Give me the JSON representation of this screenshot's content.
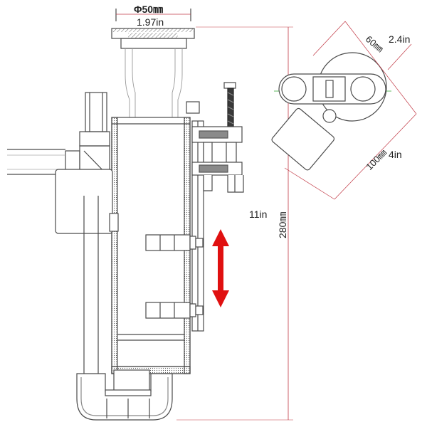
{
  "labels": {
    "diameter_mm": "Φ50㎜",
    "diameter_in": "1.97in",
    "top_width_mm": "60㎜",
    "top_width_in": "2.4in",
    "top_length_mm": "100㎜",
    "top_length_in": "4in",
    "height_in": "11in",
    "height_mm": "280㎜"
  },
  "colors": {
    "line": "#4a4a4a",
    "dim": "#c23a46",
    "arrow": "#e01010",
    "center": "#2aa02a"
  },
  "icons": {
    "adjust_arrow": "up-down-arrow-icon"
  }
}
